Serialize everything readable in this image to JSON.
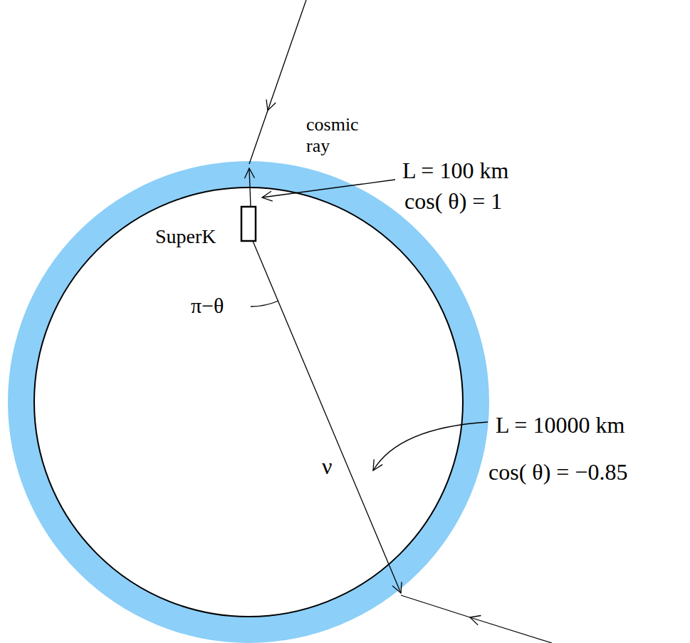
{
  "diagram": {
    "labels": [
      "cosmic ray",
      "L = 100 km",
      "cos( θ) = 1",
      "SuperK",
      "π−θ",
      "ν",
      "L = 10000 km",
      "cos( θ) = −0.85"
    ]
  }
}
